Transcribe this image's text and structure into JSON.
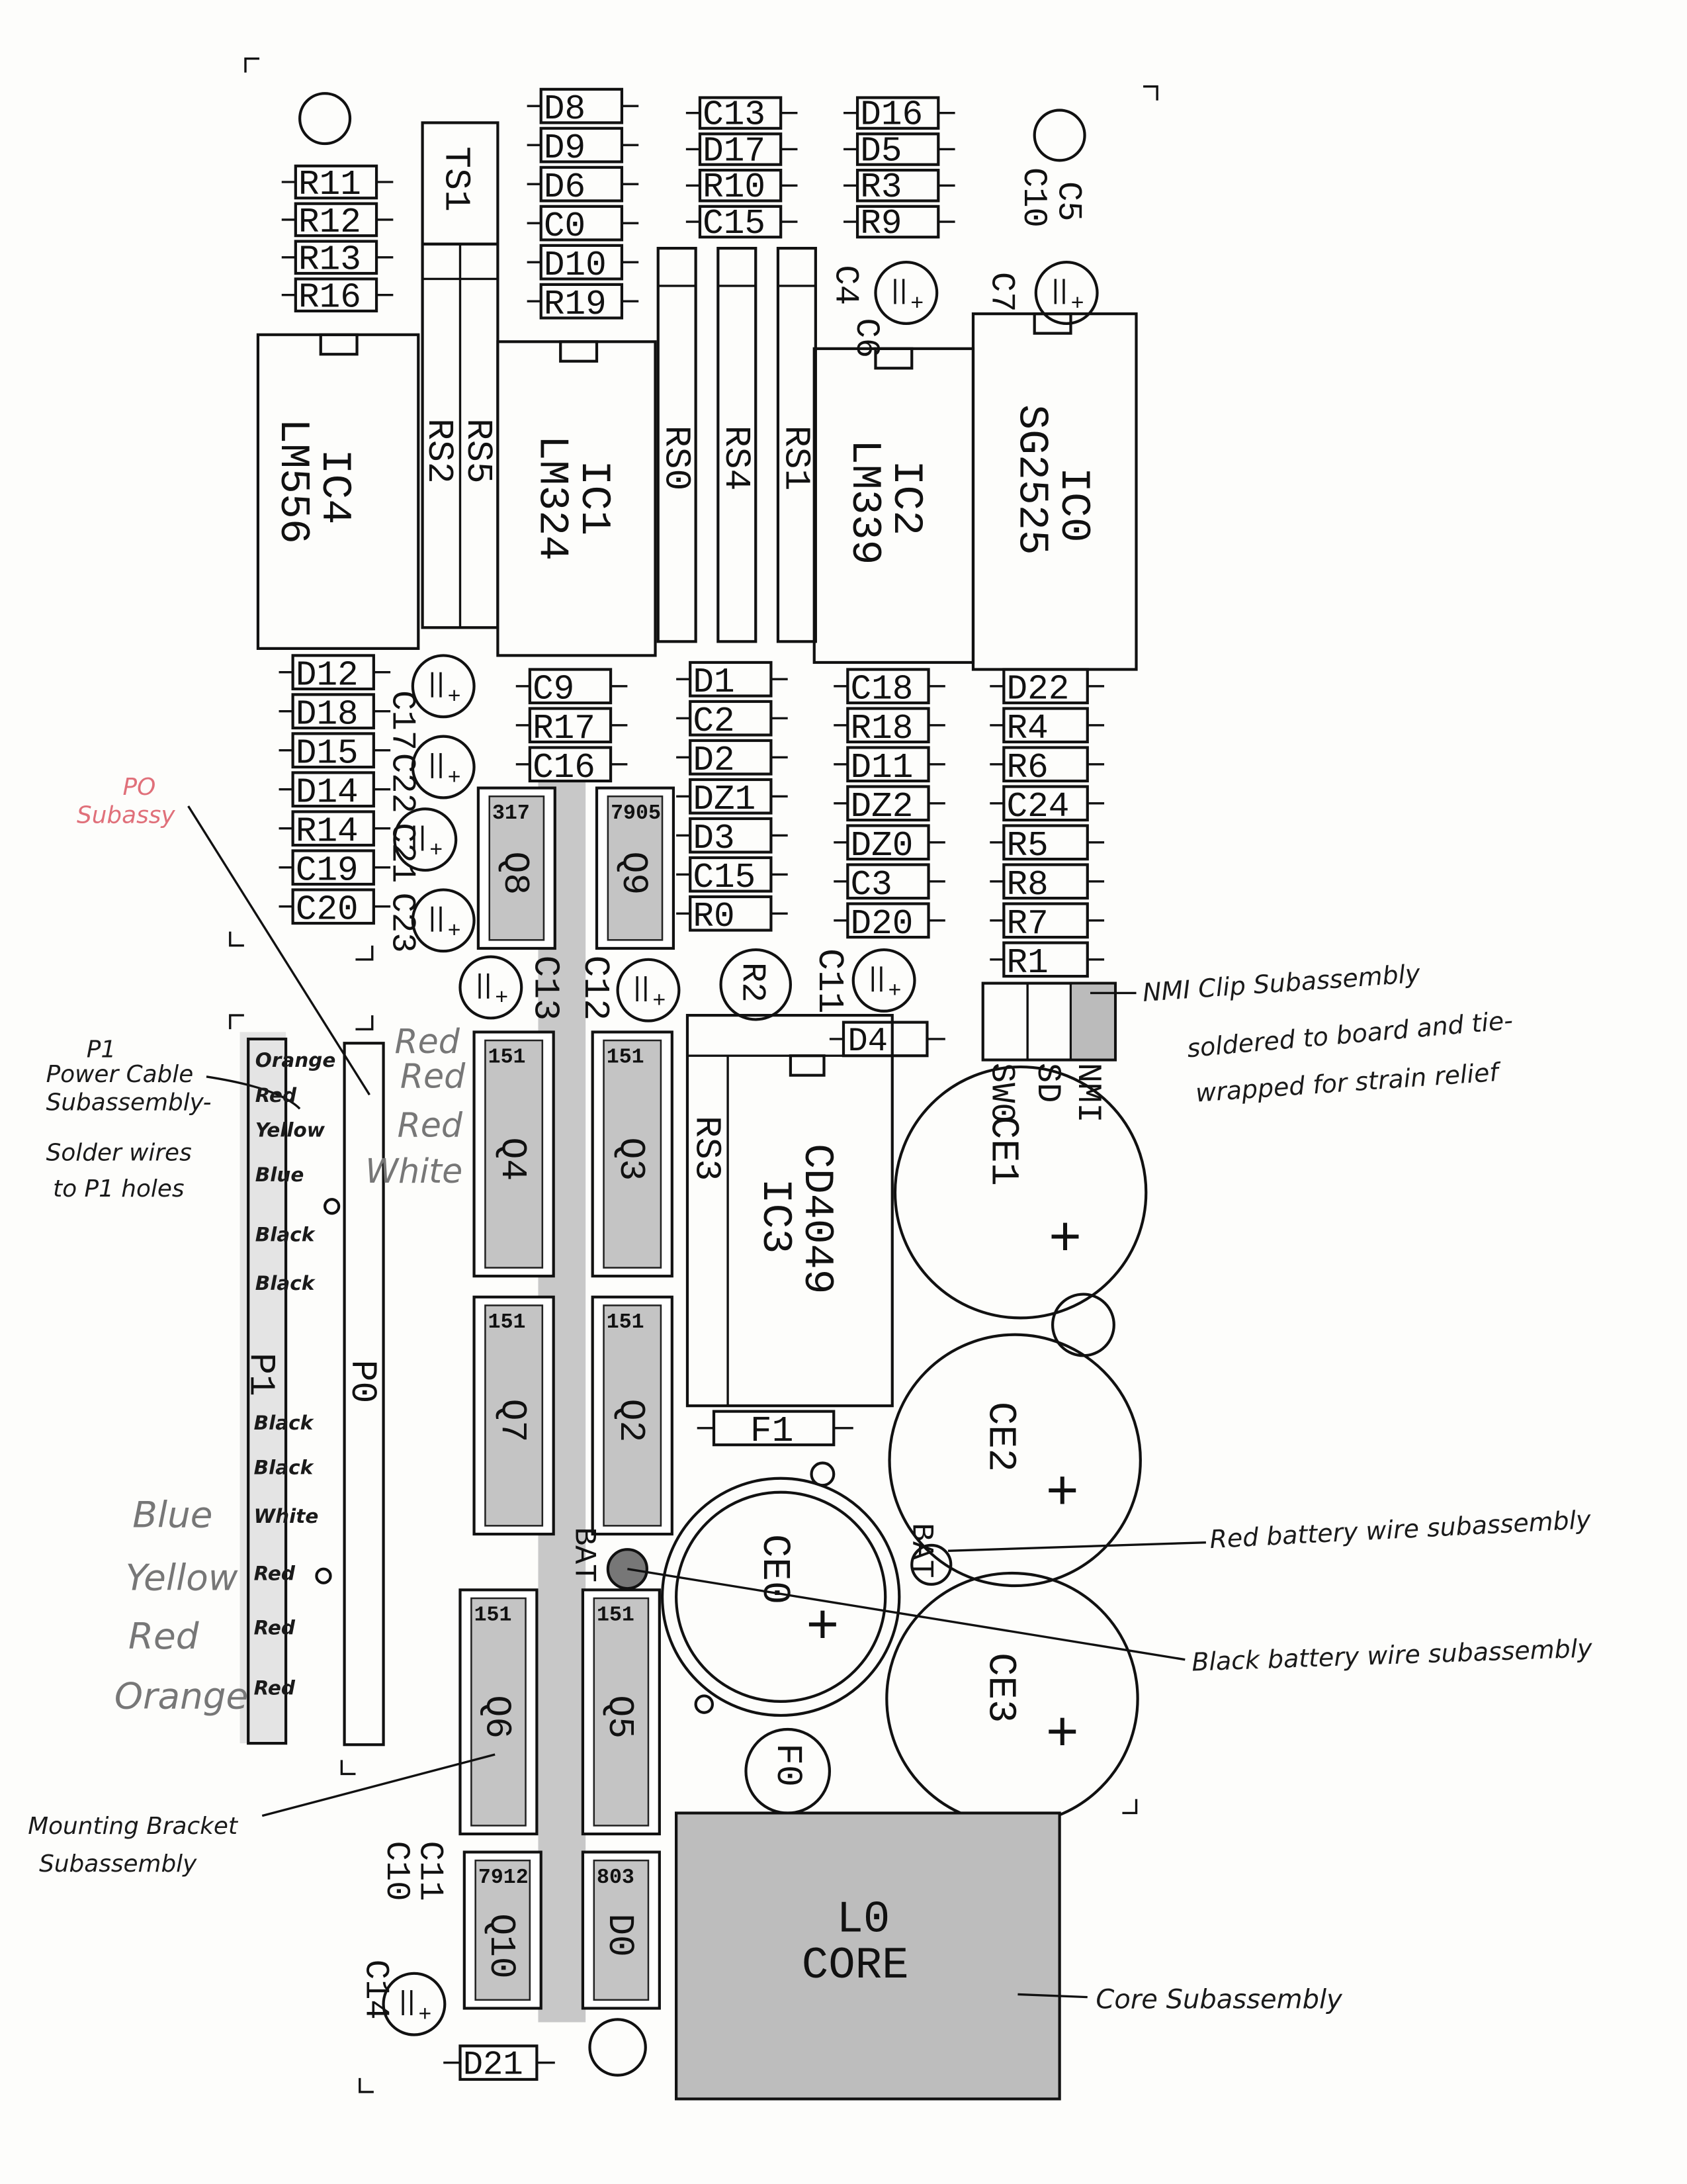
{
  "colors": {
    "ink": "#111111",
    "red_ink": "#e0707a",
    "pencil": "#777777",
    "shade": "#bdbdbd"
  },
  "stacks": {
    "r_top_left": [
      "R11",
      "R12",
      "R13",
      "R16"
    ],
    "d_top_1": [
      "D8",
      "D9",
      "D6",
      "C0",
      "D10",
      "R19"
    ],
    "d_top_2": [
      "C13",
      "D17",
      "R10",
      "C15"
    ],
    "d_top_3": [
      "D16",
      "D5",
      "R3",
      "R9"
    ],
    "mid_1": [
      "D12",
      "D18",
      "D15",
      "D14",
      "R14",
      "C19",
      "C20"
    ],
    "mid_2": [
      "C9",
      "R17",
      "C16"
    ],
    "mid_3": [
      "D1",
      "C2",
      "D2",
      "DZ1",
      "D3",
      "C15",
      "R0"
    ],
    "mid_4": [
      "C18",
      "R18",
      "D11",
      "DZ2",
      "DZ0",
      "C3",
      "D20"
    ],
    "mid_5": [
      "D22",
      "R4",
      "R6",
      "C24",
      "R5",
      "R8",
      "R7",
      "R1"
    ]
  },
  "ics": {
    "ic4": [
      "IC4",
      "LM556"
    ],
    "ic1": [
      "IC1",
      "LM324"
    ],
    "ic2": [
      "IC2",
      "LM339"
    ],
    "ic0": [
      "IC0",
      "SG2525"
    ],
    "ic3": [
      "CD4049",
      "IC3"
    ]
  },
  "labels": {
    "ts1": "TS1",
    "rs5": "RS5",
    "rs2": "RS2",
    "rs0": "RS0",
    "rs4": "RS4",
    "rs1": "RS1",
    "rs3": "RS3",
    "c4": "C4",
    "c6": "C6",
    "c7": "C7",
    "c10_top": "C10",
    "c5_top": "C5",
    "c17": "C17",
    "c22": "C22",
    "c21": "C21",
    "c23": "C23",
    "c13": "C13",
    "c12": "C12",
    "c11": "C11",
    "r2": "R2",
    "d4": "D4",
    "nmi": "NMI",
    "sd": "SD",
    "sw0": "SW0",
    "ce0": "CE0",
    "ce1": "CE1",
    "ce2": "CE2",
    "ce3": "CE3",
    "f0": "F0",
    "f1": "F1",
    "bat_minus": "BAT",
    "bat_plus": "BAT",
    "l0": "L0",
    "core": "CORE",
    "p0": "P0",
    "p1": "P1",
    "c11_b": "C11",
    "c10_b": "C10",
    "c14": "C14",
    "d21": "D21",
    "plus": "+"
  },
  "transistors": [
    {
      "id": "Q8",
      "part": "317"
    },
    {
      "id": "Q9",
      "part": "7905"
    },
    {
      "id": "Q4",
      "part": "151"
    },
    {
      "id": "Q3",
      "part": "151"
    },
    {
      "id": "Q7",
      "part": "151"
    },
    {
      "id": "Q2",
      "part": "151"
    },
    {
      "id": "Q6",
      "part": "151"
    },
    {
      "id": "Q5",
      "part": "151"
    },
    {
      "id": "Q10",
      "part": "7912"
    },
    {
      "id": "D0",
      "part": "803"
    }
  ],
  "annotations": {
    "po_subassy": [
      "PO",
      "Subassy"
    ],
    "p1_cable": [
      "P1",
      "Power Cable",
      "Subassembly-",
      "Solder wires",
      "to P1 holes"
    ],
    "p1_wires_top": [
      "Orange",
      "Red",
      "Yellow",
      "Blue",
      "Black",
      "Black"
    ],
    "p1_wires_bottom": [
      "Black",
      "Black",
      "White",
      "Red",
      "Red",
      "Red"
    ],
    "p0_wires": [
      "Red",
      "Red",
      "Red",
      "White"
    ],
    "left_wires": [
      "Blue",
      "Yellow",
      "Red",
      "Orange"
    ],
    "nmi_clip": [
      "NMI Clip Subassembly",
      "soldered to board and tie-",
      "wrapped for strain relief"
    ],
    "red_battery": "Red battery wire subassembly",
    "black_battery": "Black battery wire subassembly",
    "mounting_bracket": [
      "Mounting Bracket",
      "Subassembly"
    ],
    "core_subassembly": "Core Subassembly"
  }
}
